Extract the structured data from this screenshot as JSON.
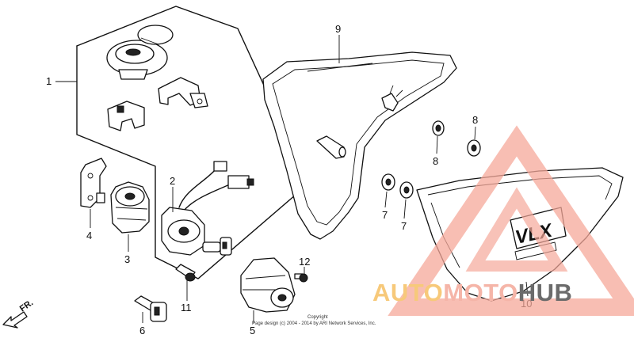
{
  "callouts": {
    "c1": "1",
    "c2": "2",
    "c3": "3",
    "c4": "4",
    "c5": "5",
    "c6": "6",
    "c7a": "7",
    "c7b": "7",
    "c8a": "8",
    "c8b": "8",
    "c9": "9",
    "c10": "10",
    "c11": "11",
    "c12": "12"
  },
  "direction_label": "FR.",
  "copyright": {
    "line1": "Copyright",
    "line2": "Page design (c) 2004 - 2014 by ARI Network Services, Inc."
  },
  "watermark": {
    "text_part1": "AUTO",
    "text_part2": "MOTO",
    "text_part3": "HUB",
    "color_primary": "#f5b5a8",
    "color_accent": "#f7c97a",
    "color_dark": "#6b6b6b"
  },
  "emblem_text": "VLX"
}
